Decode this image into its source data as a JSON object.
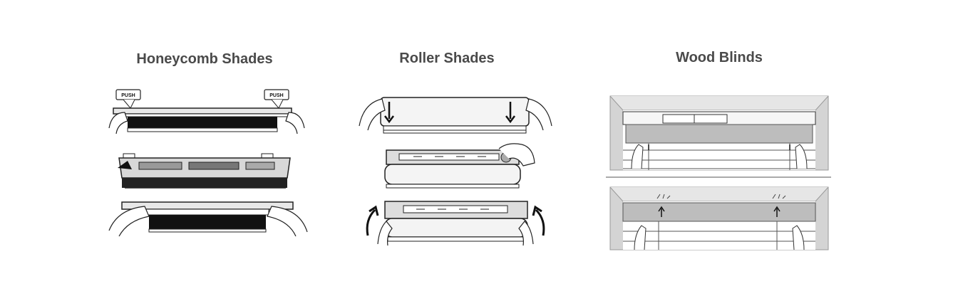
{
  "sections": [
    {
      "title": "Honeycomb Shades",
      "badge_text": "PUSH"
    },
    {
      "title": "Roller Shades"
    },
    {
      "title": "Wood Blinds"
    }
  ]
}
